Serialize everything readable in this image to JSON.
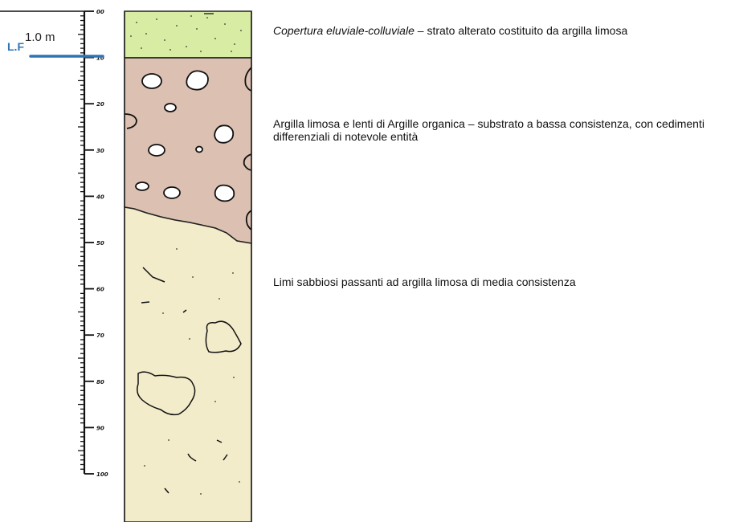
{
  "water_table": {
    "label": "L.F",
    "depth_text": "1.0 m",
    "color": "#2e74b5"
  },
  "depth_scale": {
    "ticks": [
      "00",
      "10",
      "20",
      "30",
      "40",
      "50",
      "60",
      "70",
      "80",
      "90",
      "100"
    ]
  },
  "layers": [
    {
      "id": "eluvial",
      "description_italic": "Copertura eluviale-colluviale",
      "description_rest": " – strato alterato costituito da argilla limosa",
      "color": "#d9eca3"
    },
    {
      "id": "clay",
      "description": "Argilla limosa e lenti di Argille organica – substrato a bassa consistenza, con cedimenti differenziali di notevole entità",
      "color": "#dcc0b1"
    },
    {
      "id": "silt",
      "description": "Limi sabbiosi passanti ad argilla limosa di media consistenza",
      "color": "#f3eccb"
    }
  ]
}
